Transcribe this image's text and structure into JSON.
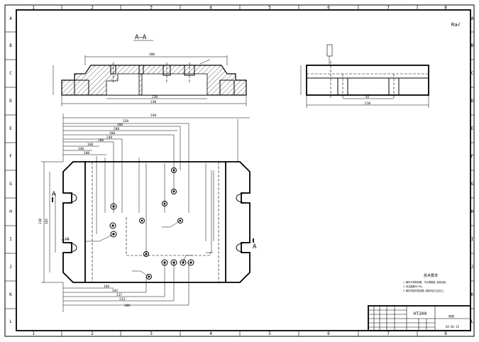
{
  "frame": {
    "col_labels": [
      "1",
      "2",
      "3",
      "4",
      "5",
      "6",
      "7",
      "8"
    ],
    "row_labels": [
      "A",
      "B",
      "C",
      "D",
      "E",
      "F",
      "G",
      "H",
      "I",
      "J",
      "K",
      "L"
    ]
  },
  "section_label": "A—A",
  "surface_mark": "Ra√",
  "section_marker": "A",
  "title_block": {
    "material": "HT200",
    "name": "底座",
    "code": "GX-01-12"
  },
  "notes": {
    "title": "技术要求",
    "lines": [
      "1.铸件不得有砂眼、气孔等缺陷,去除毛刺。",
      "2.未注圆角R3~R5。",
      "3.铸件须经时效处理,消除内应力后加工。"
    ]
  },
  "dimensions": {
    "top_view": [
      "330",
      "320",
      "300",
      "280",
      "260",
      "248",
      "200",
      "160",
      "140",
      "100"
    ],
    "top_bottom": [
      "168",
      "192",
      "217",
      "233",
      "308"
    ],
    "section": [
      "280",
      "230",
      "230"
    ],
    "side": [
      "92",
      "210"
    ],
    "left": [
      "210",
      "185",
      "60"
    ]
  }
}
